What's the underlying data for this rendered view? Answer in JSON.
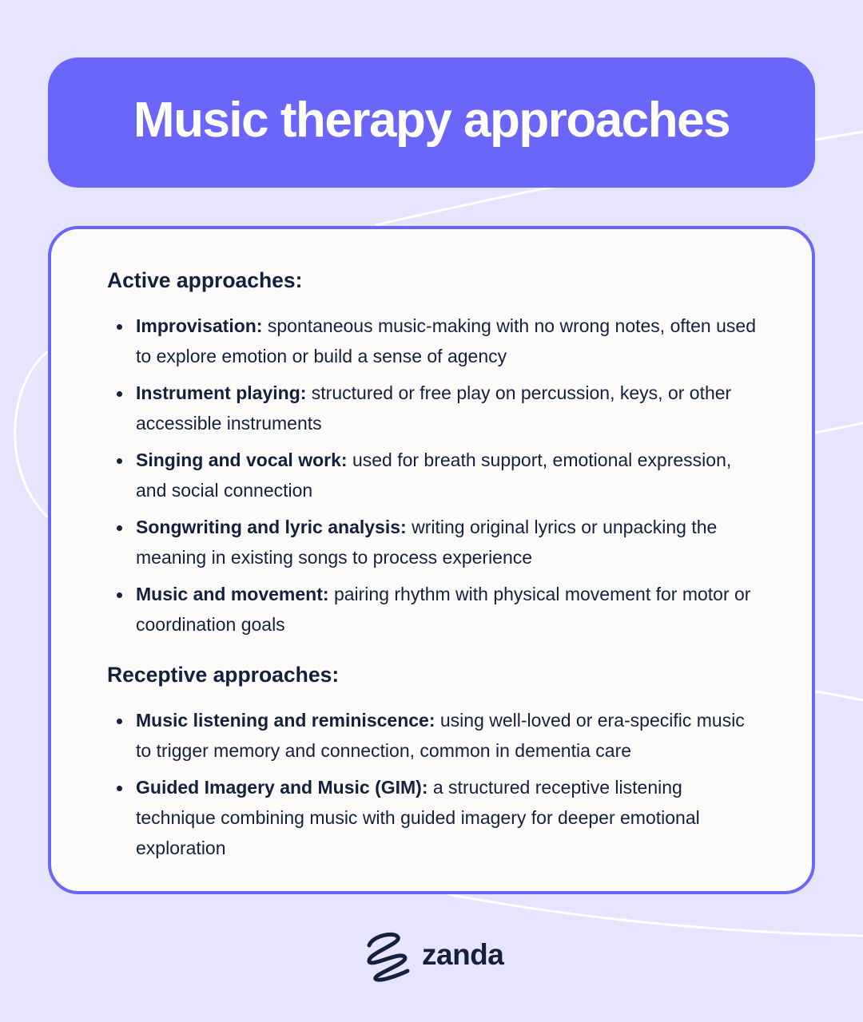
{
  "page_title": "Music therapy approaches",
  "sections": [
    {
      "heading": "Active approaches:",
      "items": [
        {
          "term": "Improvisation:",
          "text": "spontaneous music-making with no wrong notes, often used to explore emotion or build a sense of agency"
        },
        {
          "term": "Instrument playing:",
          "text": "structured or free play on percussion, keys, or other accessible instruments"
        },
        {
          "term": "Singing and vocal work:",
          "text": "used for breath support, emotional expression, and social connection"
        },
        {
          "term": "Songwriting and lyric analysis:",
          "text": "writing original lyrics or unpacking the meaning in existing songs to process experience"
        },
        {
          "term": "Music and movement:",
          "text": "pairing rhythm with physical movement for motor or coordination goals"
        }
      ]
    },
    {
      "heading": "Receptive approaches:",
      "items": [
        {
          "term": "Music listening and reminiscence:",
          "text": "using well-loved or era-specific music to trigger memory and connection, common in dementia care"
        },
        {
          "term": "Guided Imagery and Music (GIM):",
          "text": "a structured receptive listening technique combining music with guided imagery for deeper emotional exploration"
        }
      ]
    }
  ],
  "brand": {
    "name": "zanda",
    "logo_icon": "zanda-scribble-icon"
  },
  "colors": {
    "background": "#e7e5fe",
    "accent": "#6b66fa",
    "card": "#fcfbfa",
    "text": "#13213f"
  }
}
